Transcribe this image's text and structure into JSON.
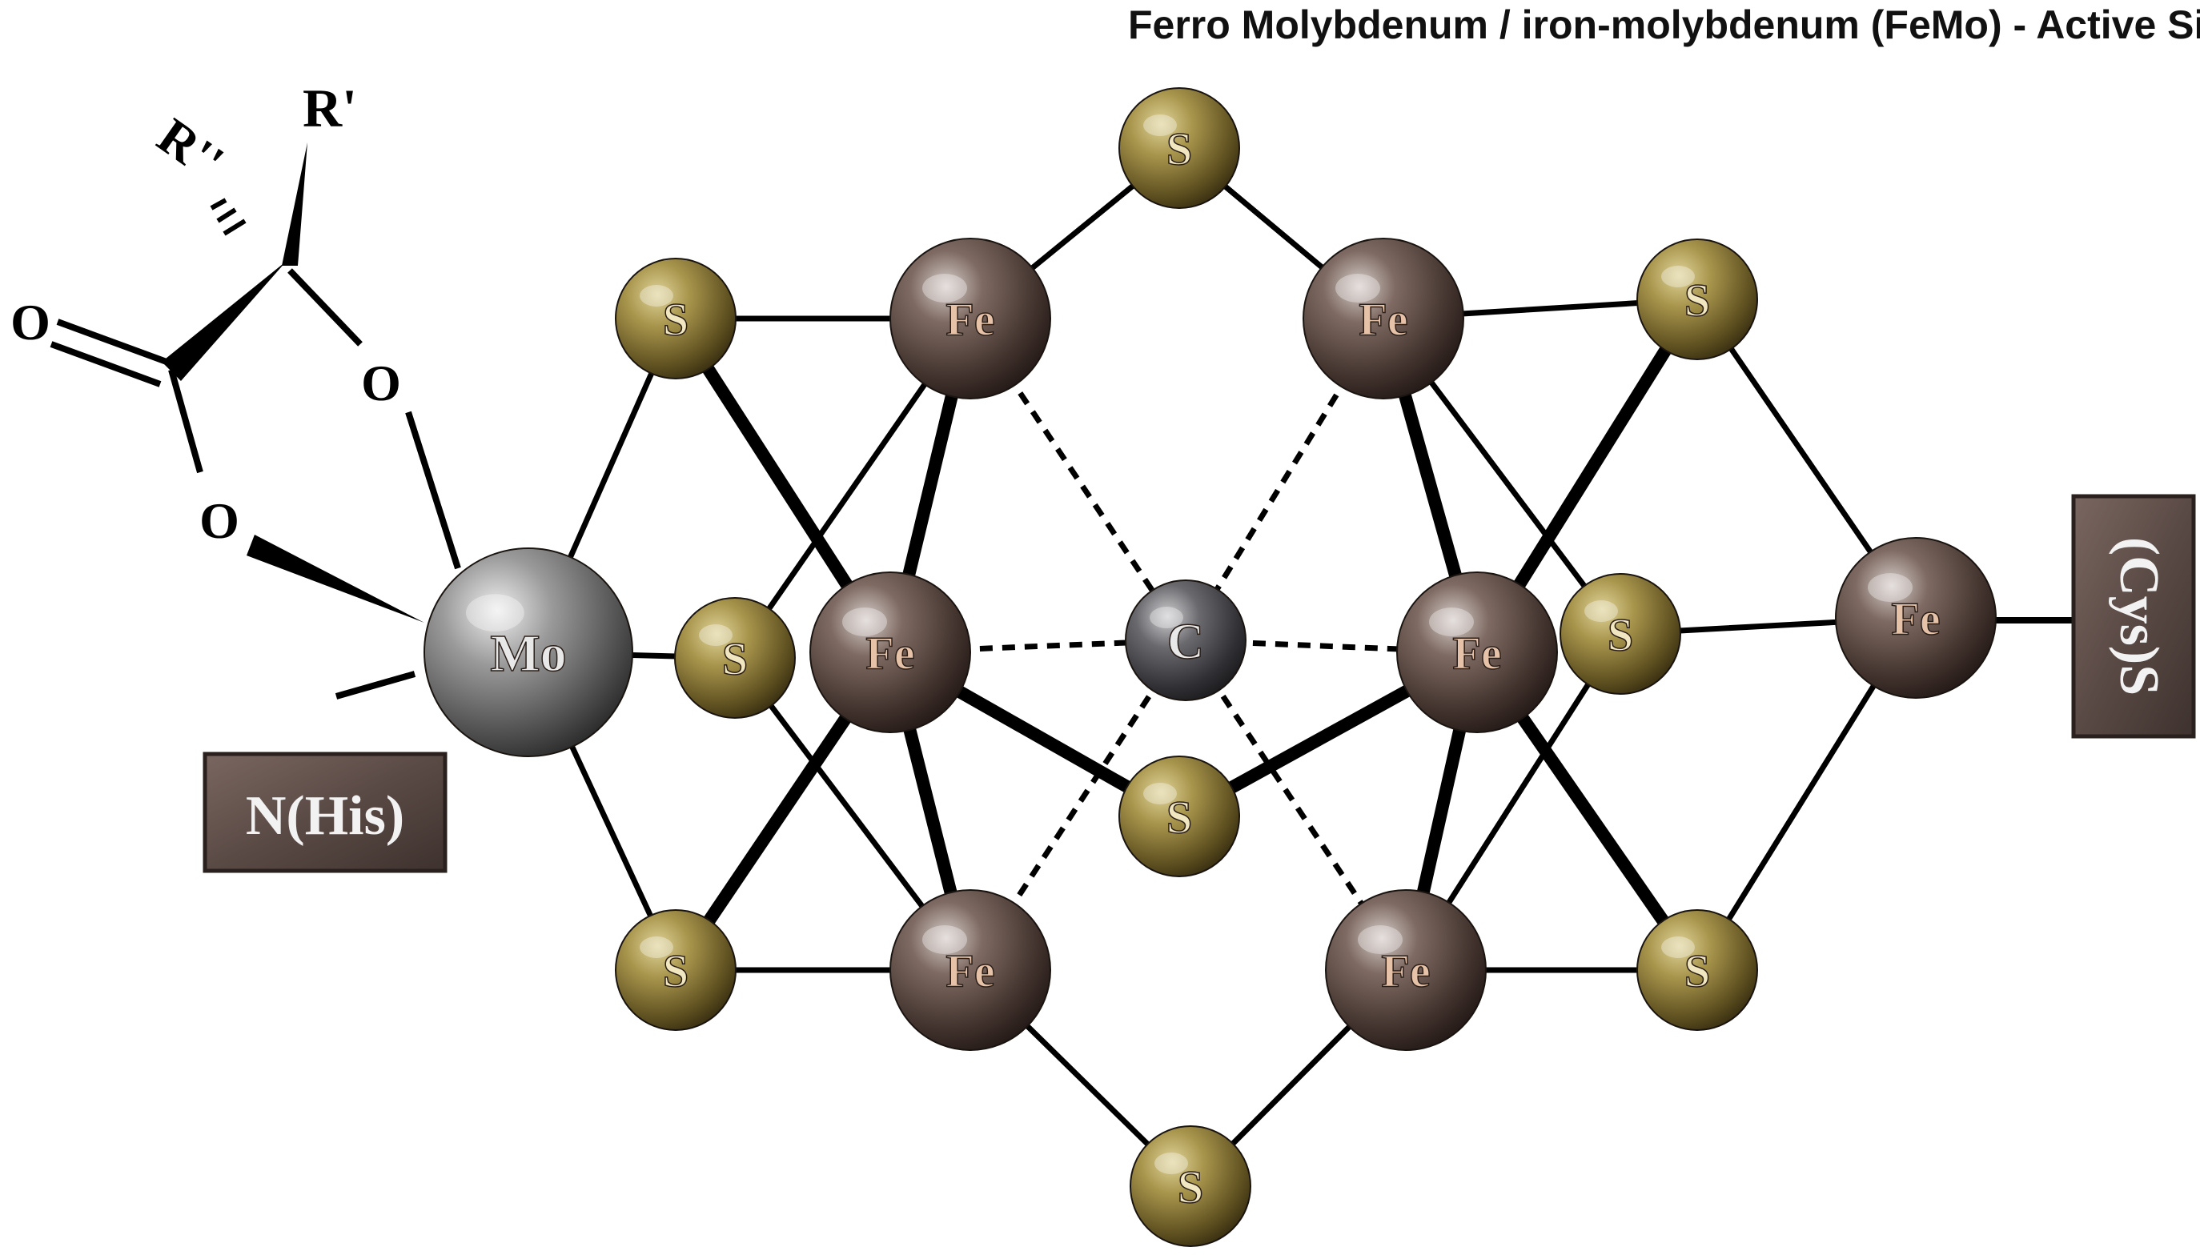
{
  "title": "Ferro Molybdenum / iron-molybdenum (FeMo) - Active Site Structure",
  "colors": {
    "sulfur": "#8a7a3a",
    "iron": "#5e4a44",
    "molybdenum": "#7d7d7d",
    "carbon": "#4a4a4c",
    "bond": "#000000",
    "sulfur_text": "#f0e6bf",
    "iron_text": "#e6c2a8",
    "metal_text": "#e8e8e8",
    "box_fill": "#5a4a45"
  },
  "atoms": [
    {
      "id": "s-top",
      "el": "S",
      "label": "S"
    },
    {
      "id": "s-ul",
      "el": "S",
      "label": "S"
    },
    {
      "id": "fe-tl",
      "el": "Fe",
      "label": "Fe"
    },
    {
      "id": "fe-tr",
      "el": "Fe",
      "label": "Fe"
    },
    {
      "id": "s-ur",
      "el": "S",
      "label": "S"
    },
    {
      "id": "mo",
      "el": "Mo",
      "label": "Mo"
    },
    {
      "id": "s-ml",
      "el": "S",
      "label": "S"
    },
    {
      "id": "fe-ml",
      "el": "Fe",
      "label": "Fe"
    },
    {
      "id": "c",
      "el": "C",
      "label": "C"
    },
    {
      "id": "fe-mr",
      "el": "Fe",
      "label": "Fe"
    },
    {
      "id": "s-mr",
      "el": "S",
      "label": "S"
    },
    {
      "id": "fe-r",
      "el": "Fe",
      "label": "Fe"
    },
    {
      "id": "s-center",
      "el": "S",
      "label": "S"
    },
    {
      "id": "s-ll",
      "el": "S",
      "label": "S"
    },
    {
      "id": "fe-bl",
      "el": "Fe",
      "label": "Fe"
    },
    {
      "id": "fe-br",
      "el": "Fe",
      "label": "Fe"
    },
    {
      "id": "s-lr",
      "el": "S",
      "label": "S"
    },
    {
      "id": "s-bottom",
      "el": "S",
      "label": "S"
    }
  ],
  "bonds": [
    {
      "a": "s-top",
      "b": "fe-tl",
      "kind": "thin"
    },
    {
      "a": "s-top",
      "b": "fe-tr",
      "kind": "thin"
    },
    {
      "a": "s-ul",
      "b": "fe-tl",
      "kind": "thin"
    },
    {
      "a": "fe-tr",
      "b": "s-ur",
      "kind": "thin"
    },
    {
      "a": "s-ul",
      "b": "mo",
      "kind": "thin"
    },
    {
      "a": "s-ul",
      "b": "fe-ml",
      "kind": "thick"
    },
    {
      "a": "fe-tl",
      "b": "fe-ml",
      "kind": "thick"
    },
    {
      "a": "fe-tl",
      "b": "s-ml",
      "kind": "thin"
    },
    {
      "a": "fe-tl",
      "b": "c",
      "kind": "dashed"
    },
    {
      "a": "fe-tr",
      "b": "c",
      "kind": "dashed"
    },
    {
      "a": "fe-tr",
      "b": "fe-mr",
      "kind": "thick"
    },
    {
      "a": "fe-tr",
      "b": "s-mr",
      "kind": "thin"
    },
    {
      "a": "s-ur",
      "b": "fe-mr",
      "kind": "thick"
    },
    {
      "a": "s-ur",
      "b": "fe-r",
      "kind": "thin"
    },
    {
      "a": "mo",
      "b": "s-ml",
      "kind": "thin"
    },
    {
      "a": "mo",
      "b": "s-ll",
      "kind": "thin"
    },
    {
      "a": "s-ml",
      "b": "fe-bl",
      "kind": "thin"
    },
    {
      "a": "fe-ml",
      "b": "c",
      "kind": "dashed"
    },
    {
      "a": "c",
      "b": "fe-mr",
      "kind": "dashed"
    },
    {
      "a": "fe-ml",
      "b": "s-center",
      "kind": "thick"
    },
    {
      "a": "fe-mr",
      "b": "s-center",
      "kind": "thick"
    },
    {
      "a": "fe-ml",
      "b": "s-ll",
      "kind": "thick"
    },
    {
      "a": "fe-ml",
      "b": "fe-bl",
      "kind": "thick"
    },
    {
      "a": "fe-mr",
      "b": "fe-br",
      "kind": "thick"
    },
    {
      "a": "fe-mr",
      "b": "s-lr",
      "kind": "thick"
    },
    {
      "a": "s-mr",
      "b": "fe-r",
      "kind": "thin"
    },
    {
      "a": "s-mr",
      "b": "fe-br",
      "kind": "thin"
    },
    {
      "a": "c",
      "b": "fe-bl",
      "kind": "dashed"
    },
    {
      "a": "c",
      "b": "fe-br",
      "kind": "dashed"
    },
    {
      "a": "s-ll",
      "b": "fe-bl",
      "kind": "thin"
    },
    {
      "a": "fe-br",
      "b": "s-lr",
      "kind": "thin"
    },
    {
      "a": "s-lr",
      "b": "fe-r",
      "kind": "thin"
    },
    {
      "a": "fe-bl",
      "b": "s-bottom",
      "kind": "thin"
    },
    {
      "a": "fe-br",
      "b": "s-bottom",
      "kind": "thin"
    }
  ],
  "ligands": {
    "r_prime": "R'",
    "r_double_prime": "R''",
    "carbonyl_o": "O",
    "ring_o_upper": "O",
    "ring_o_lower": "O",
    "his_label": "N(His)",
    "cys_label": "(Cys)S"
  }
}
